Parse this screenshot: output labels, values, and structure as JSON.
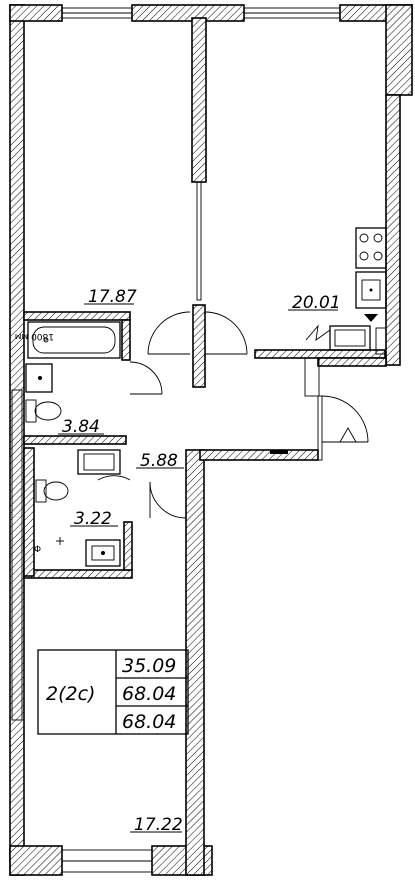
{
  "rooms": {
    "bedroom_top_area": "17.87",
    "kitchen_living_area": "20.01",
    "bathroom_area": "3.84",
    "hallway_area": "5.88",
    "toilet_area": "3.22",
    "bedroom_bottom_area": "17.22"
  },
  "bathtub_label": "1800 мм",
  "summary": {
    "type": "2(2с)",
    "living_area": "35.09",
    "total_area": "68.04",
    "total_area_with_balcony": "68.04"
  },
  "icons": [
    "bathtub-icon",
    "sink-icon",
    "toilet-icon",
    "washing-machine-icon",
    "stove-icon",
    "kitchen-sink-icon",
    "fridge-icon",
    "door-swing-icon",
    "window-icon"
  ]
}
